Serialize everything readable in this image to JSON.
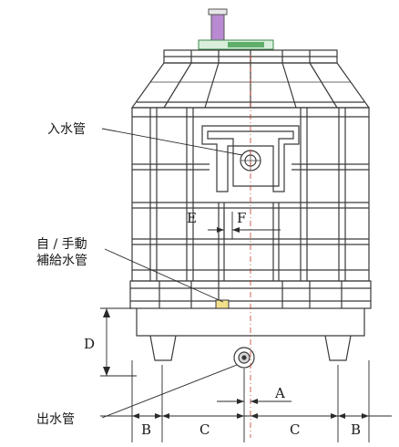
{
  "callouts": {
    "inlet": "入水管",
    "makeup_line1": "自 / 手動",
    "makeup_line2": "補給水管",
    "outlet": "出水管"
  },
  "dimensions": {
    "A": "A",
    "B": "B",
    "C": "C",
    "D": "D",
    "E": "E",
    "F": "F"
  },
  "colors": {
    "line": "#3a3a3a",
    "motor": "#b98ad1",
    "motor_base": "#5fae6a"
  }
}
